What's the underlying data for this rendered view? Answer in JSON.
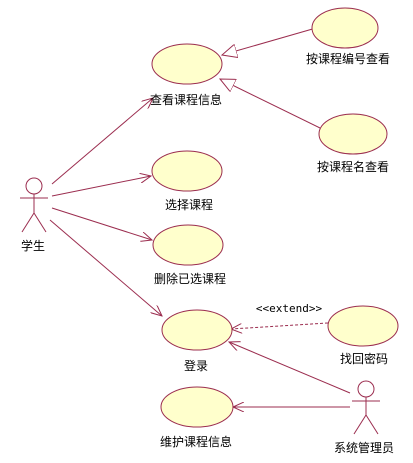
{
  "colors": {
    "line": "#9b2d4f",
    "ellipse_fill": "#ffffcc",
    "ellipse_stroke": "#9b2d4f",
    "text": "#000000"
  },
  "actors": {
    "student": "学生",
    "admin": "系统管理员"
  },
  "use_cases": {
    "view_course_info": "查看课程信息",
    "view_by_number": "按课程编号查看",
    "view_by_name": "按课程名查看",
    "select_course": "选择课程",
    "delete_selected": "删除已选课程",
    "login": "登录",
    "recover_password": "找回密码",
    "maintain_course_info": "维护课程信息"
  },
  "stereotypes": {
    "extend": "<<extend>>"
  }
}
